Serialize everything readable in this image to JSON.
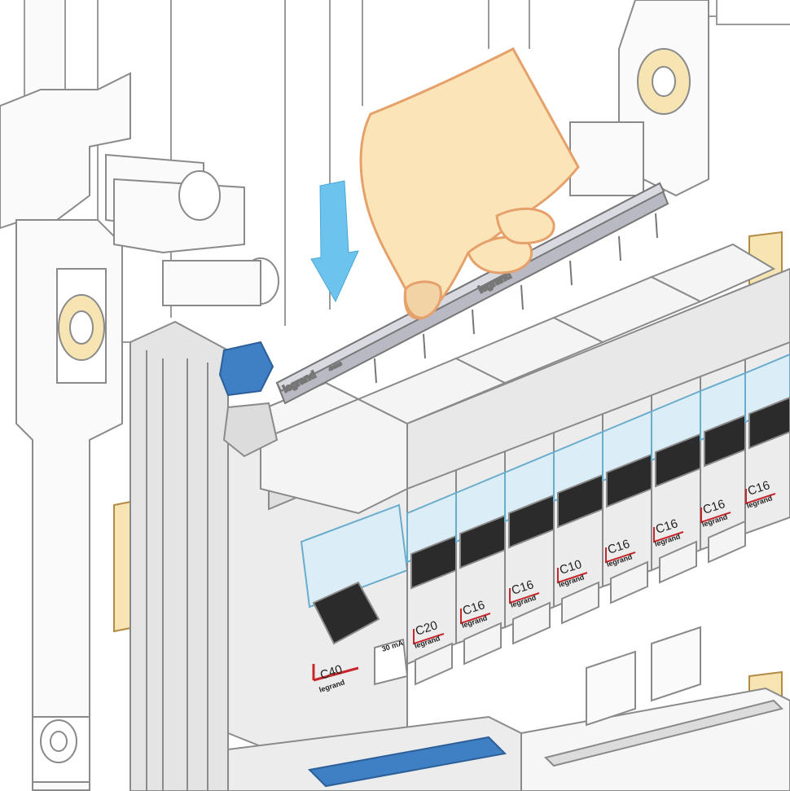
{
  "illustration": {
    "comb_busbar_brand": "legrand",
    "comb_busbar_code": "404926",
    "rcd": {
      "rating": "C40",
      "brand": "legrand",
      "sensitivity": "30 mA"
    },
    "breakers": [
      {
        "rating": "C20",
        "brand": "legrand"
      },
      {
        "rating": "C16",
        "brand": "legrand"
      },
      {
        "rating": "C16",
        "brand": "legrand"
      },
      {
        "rating": "C10",
        "brand": "legrand"
      },
      {
        "rating": "C16",
        "brand": "legrand"
      },
      {
        "rating": "C16",
        "brand": "legrand"
      },
      {
        "rating": "C16",
        "brand": "legrand"
      },
      {
        "rating": "C16",
        "brand": "legrand"
      }
    ]
  },
  "colors": {
    "outline": "#8a8a8a",
    "module_face": "#ececec",
    "module_top": "#f6f6f6",
    "window_blue": "#dbeef7",
    "arrow_blue": "#6cc3ee",
    "hand_skin": "#fbe4b8",
    "hand_outline": "#e6a06a",
    "accent_red": "#c8262b",
    "lever_black": "#2b2b2b",
    "connector_blue": "#3f7fc4",
    "rail_yellow": "#f6e4b2"
  },
  "icons": [
    "down-arrow-icon",
    "hand-icon"
  ]
}
